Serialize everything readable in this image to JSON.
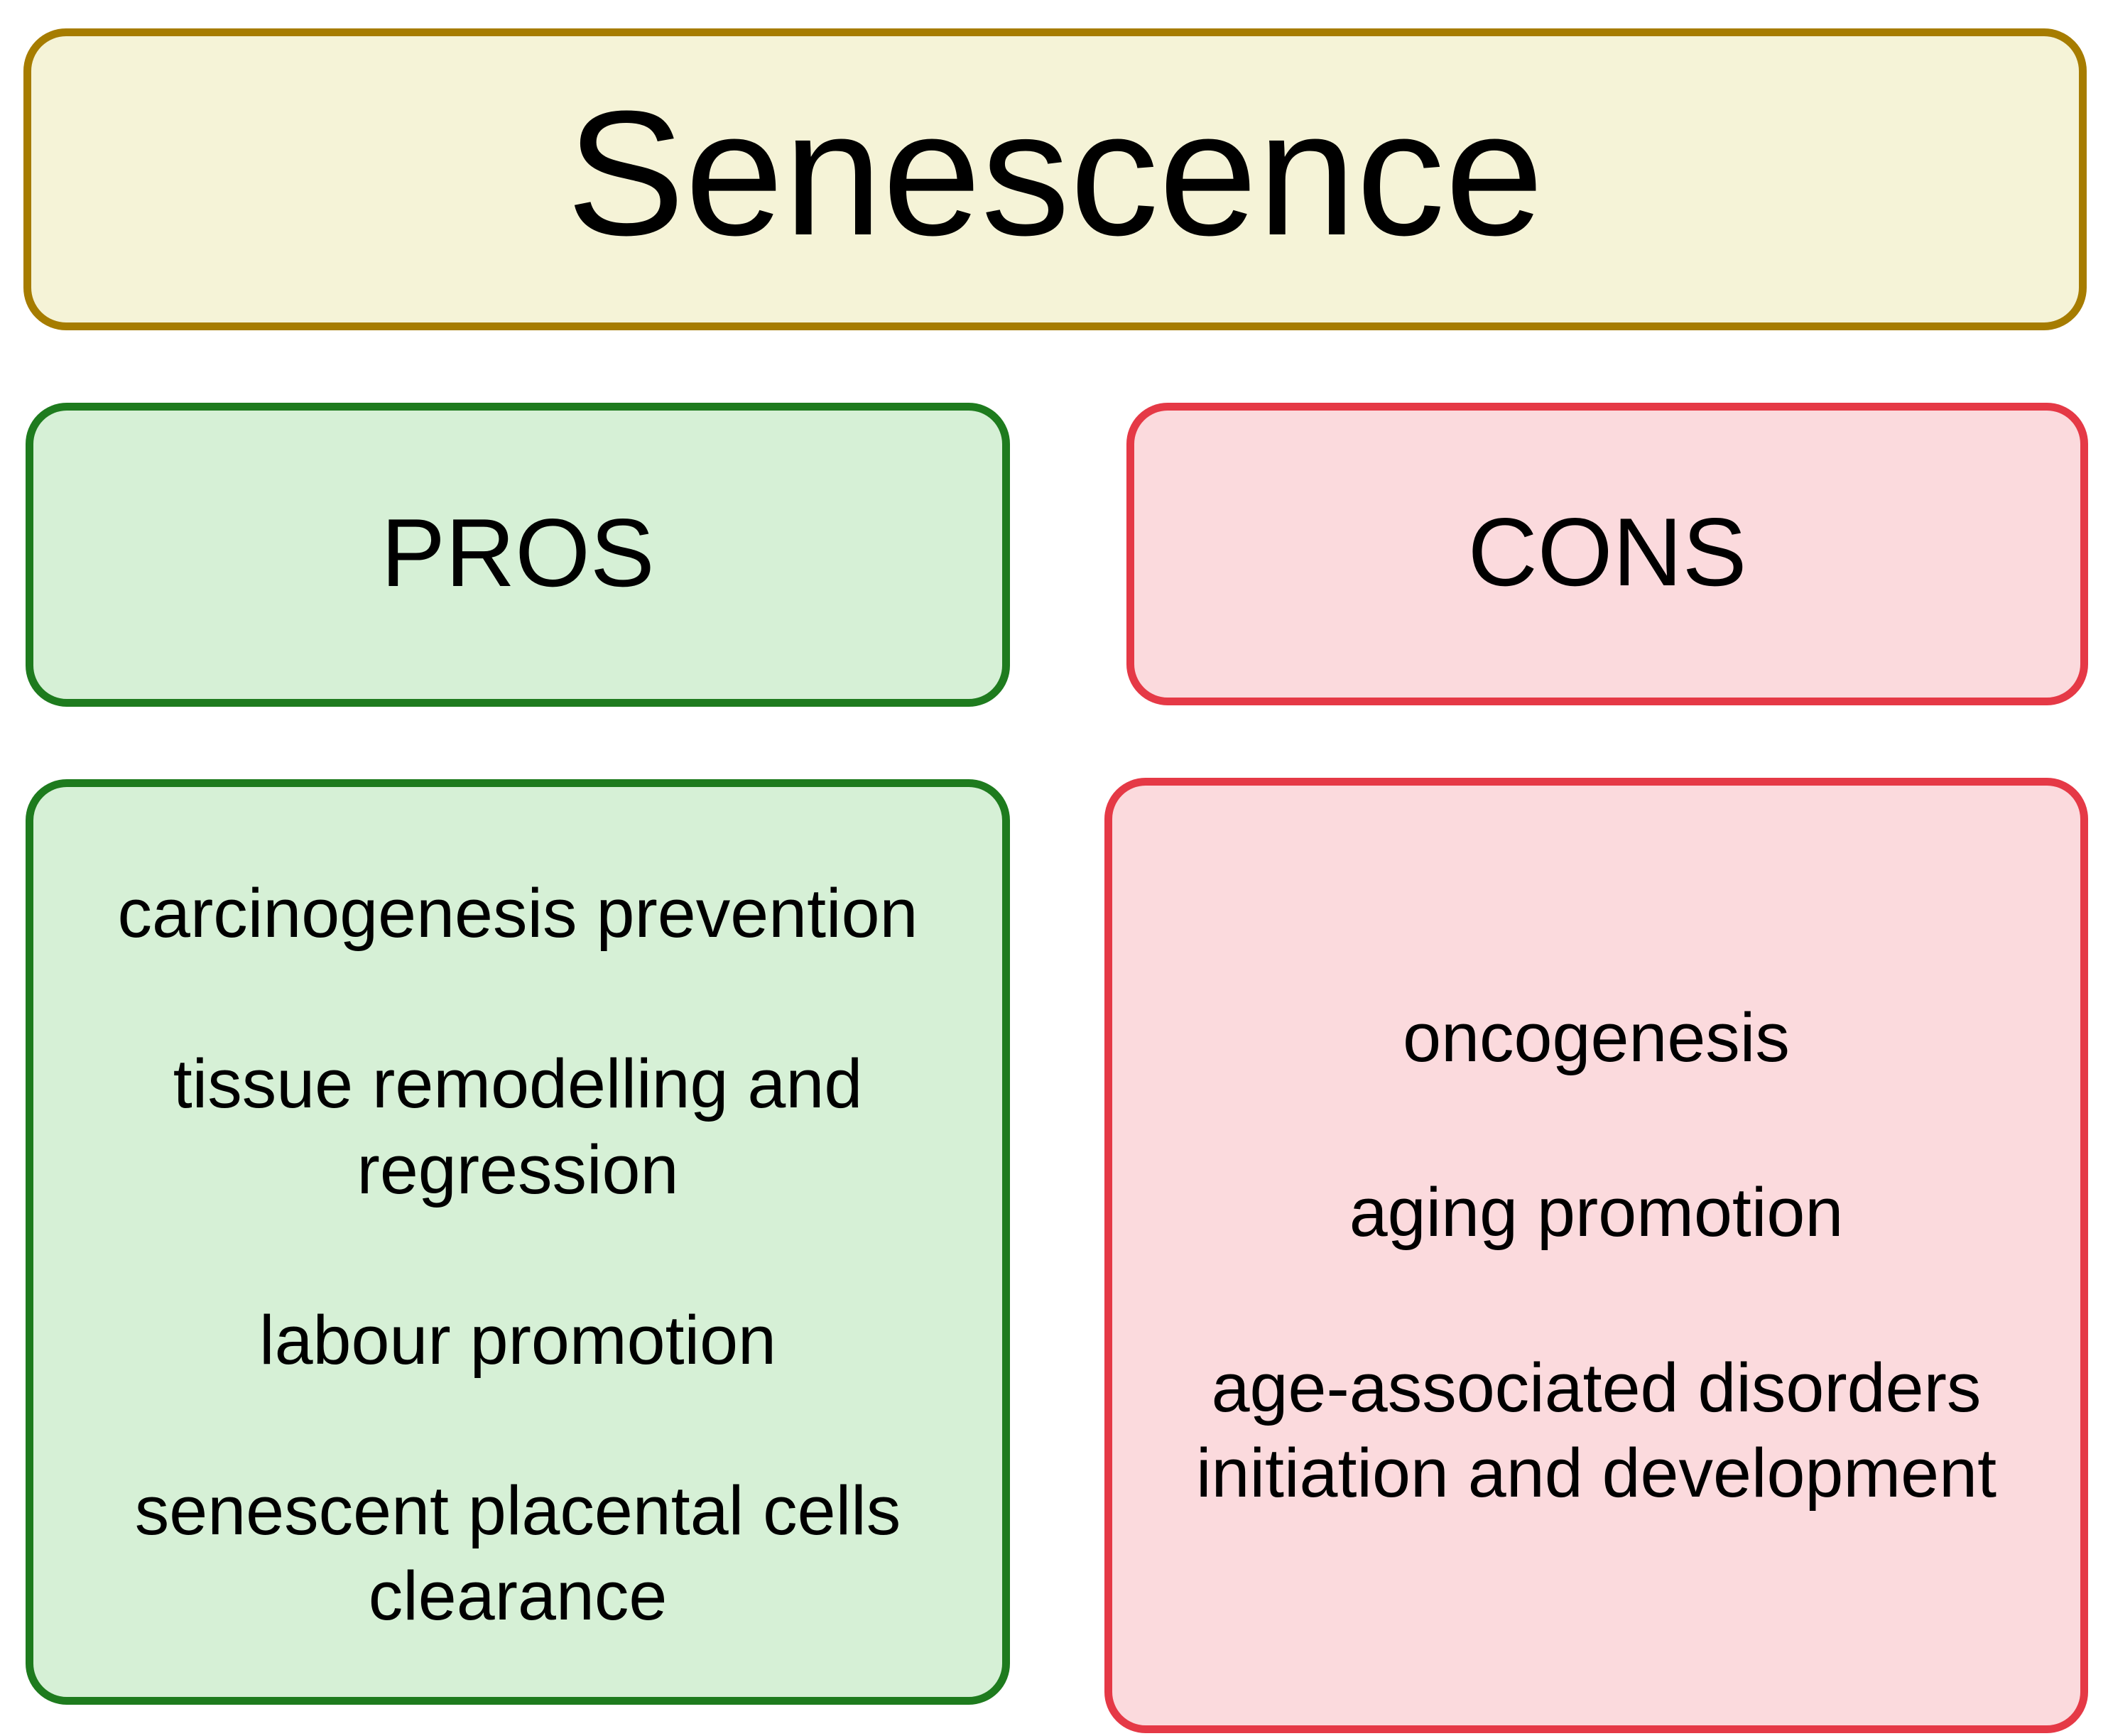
{
  "title": {
    "text": "Senescence",
    "fill_color": "#F5F3D7",
    "border_color": "#A67C00"
  },
  "columns": {
    "pros": {
      "header": "PROS",
      "fill_color": "#D6F0D6",
      "border_color": "#1E7B1E",
      "items": [
        "carcinogenesis prevention",
        "tissue remodelling and regression",
        "labour promotion",
        "senescent placental cells clearance"
      ]
    },
    "cons": {
      "header": "CONS",
      "fill_color": "#FBDADD",
      "border_color": "#E53946",
      "items": [
        "oncogenesis",
        "aging promotion",
        "age-associated disorders initiation and development"
      ]
    }
  }
}
